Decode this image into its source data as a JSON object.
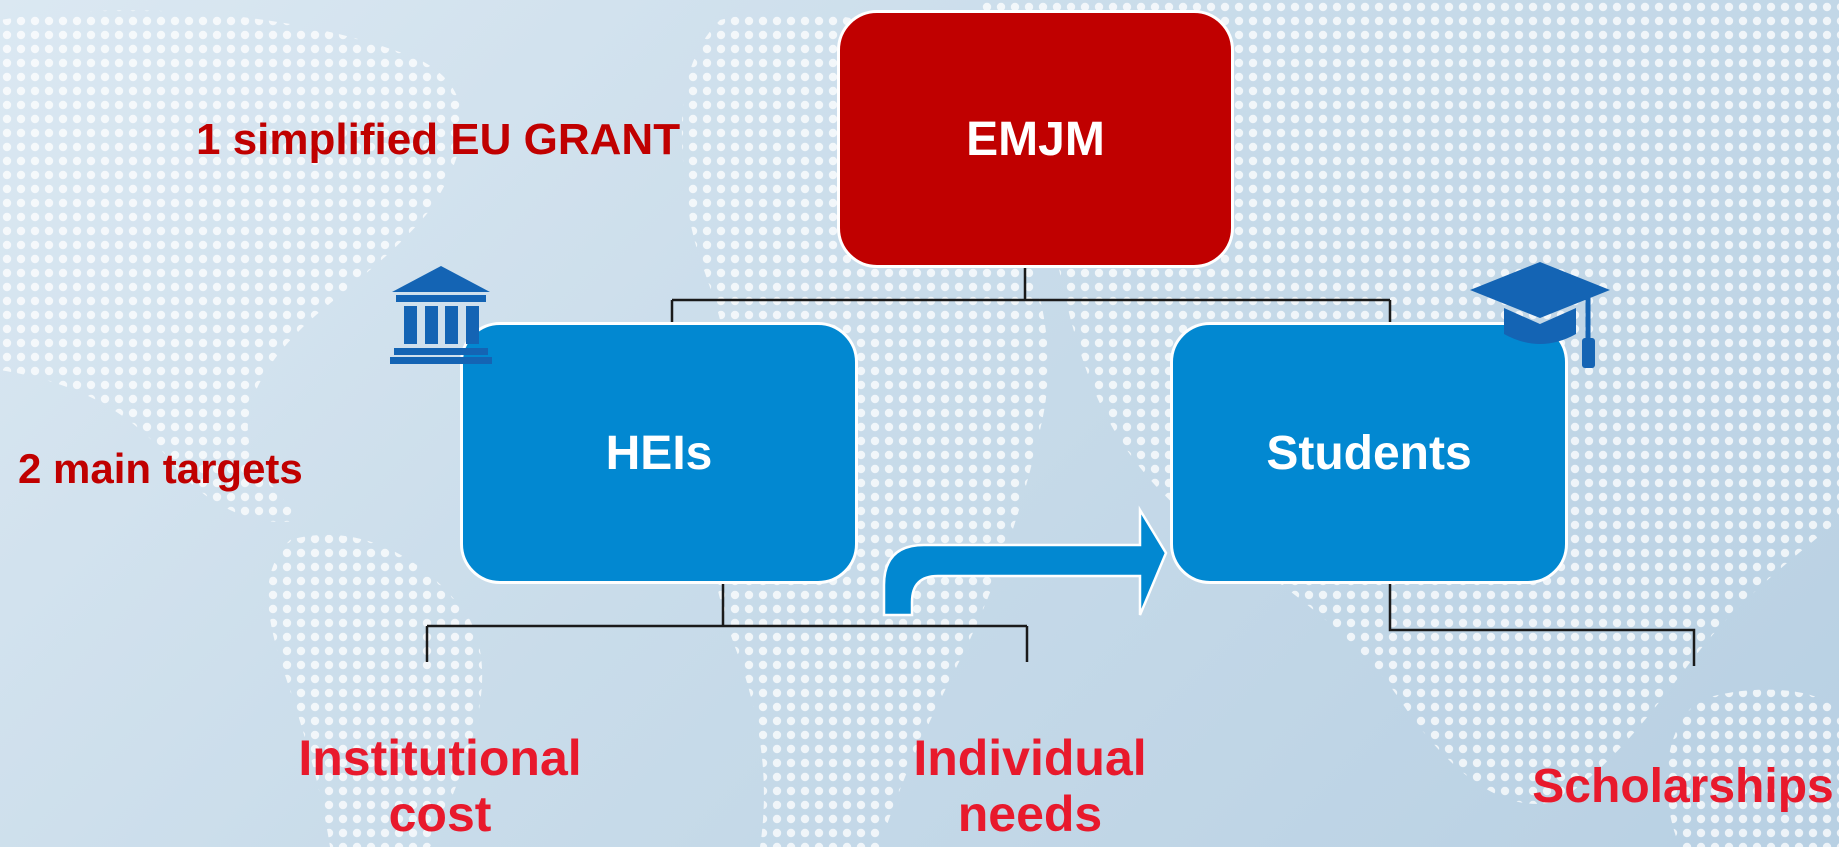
{
  "labels": {
    "grant": "1 simplified EU GRANT",
    "targets": "2 main targets"
  },
  "nodes": {
    "root": "EMJM",
    "heis": "HEIs",
    "students": "Students"
  },
  "outcomes": {
    "institutional_cost": "Institutional cost",
    "individual_needs": "Individual needs",
    "scholarships": "Scholarships"
  },
  "colors": {
    "root_fill": "#c00000",
    "node_fill": "#0288d1",
    "label_red": "#c00000",
    "outcome_red": "#e8192c",
    "icon_blue": "#1464b4"
  },
  "icons": {
    "heis": "institution-building-icon",
    "students": "graduation-cap-icon",
    "transfer": "bent-arrow-icon"
  }
}
